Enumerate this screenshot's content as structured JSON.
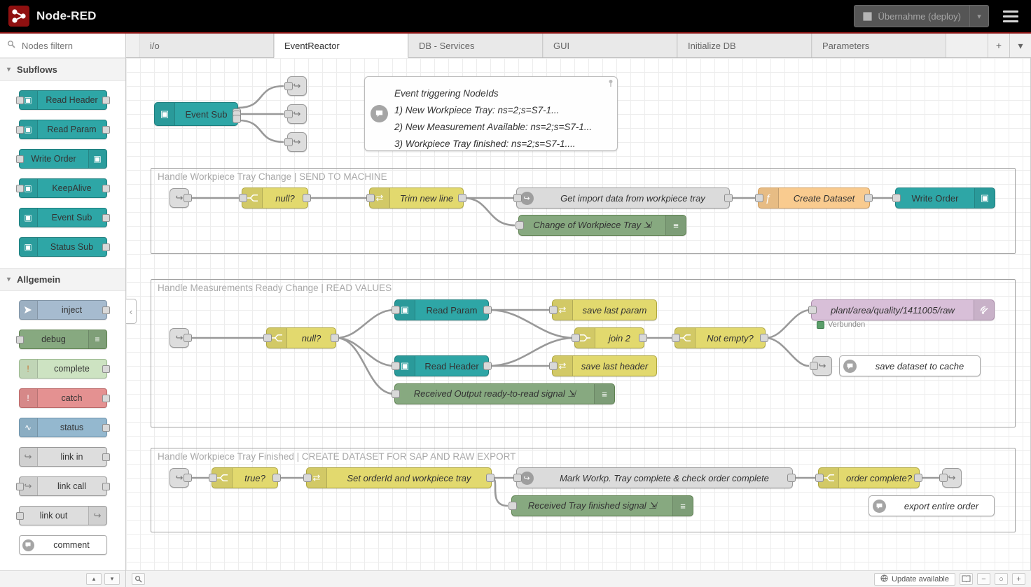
{
  "header": {
    "app_title": "Node-RED",
    "deploy_label": "Übernahme (deploy)"
  },
  "palette": {
    "search_placeholder": "Nodes filtern",
    "sections": [
      {
        "label": "Subflows",
        "items": [
          "Read Header",
          "Read Param",
          "Write Order",
          "KeepAlive",
          "Event Sub",
          "Status Sub"
        ]
      },
      {
        "label": "Allgemein",
        "items": [
          "inject",
          "debug",
          "complete",
          "catch",
          "status",
          "link in",
          "link call",
          "link out",
          "comment"
        ]
      }
    ]
  },
  "tabs": {
    "items": [
      "i/o",
      "EventReactor",
      "DB - Services",
      "GUI",
      "Initialize DB",
      "Parameters"
    ],
    "active": "EventReactor"
  },
  "canvas": {
    "event_sub": "Event Sub",
    "note": {
      "title": "Event triggering NodeIds",
      "line1": "1) New Workpiece Tray: ns=2;s=S7-1...",
      "line2": "2) New Measurement Available: ns=2;s=S7-1...",
      "line3": "3) Workpiece Tray finished: ns=2;s=S7-1...."
    },
    "g1": {
      "title": "Handle Workpiece Tray Change | SEND TO MACHINE",
      "switch1": "null?",
      "change1": "Trim new line",
      "linkcall": "Get import data from workpiece tray",
      "function1": "Create Dataset",
      "subflow1": "Write Order",
      "debug1": "Change of Workpiece Tray ⇲"
    },
    "g2": {
      "title": "Handle Measurements Ready Change | READ VALUES",
      "switch1": "null?",
      "subflow1": "Read Param",
      "subflow2": "Read Header",
      "change1": "save last param",
      "change2": "save last header",
      "join1": "join 2",
      "switch2": "Not empty?",
      "mqtt1": "plant/area/quality/1411005/raw",
      "mqtt_status": "Verbunden",
      "comment1": "save dataset to cache",
      "debug1": "Received Output ready-to-read signal ⇲"
    },
    "g3": {
      "title": "Handle Workpiece Tray Finished | CREATE DATASET FOR SAP AND RAW EXPORT",
      "switch1": "true?",
      "change1": "Set orderId and workpiece tray",
      "linkcall": "Mark Workp. Tray complete & check order complete",
      "switch2": "order complete?",
      "debug1": "Received Tray finished signal ⇲",
      "comment1": "export entire order"
    }
  },
  "statusbar": {
    "update_label": "Update available"
  },
  "icons": {
    "caret_down": "▾",
    "tab_add": "+",
    "tab_list": "▾",
    "zoom_out": "−",
    "zoom_reset": "○",
    "zoom_in": "+",
    "collapse_left": "‹",
    "palette_up": "▴",
    "palette_down": "▾",
    "subflow": "▣",
    "function": "ƒ",
    "change": "⇄",
    "link": "↪",
    "inject": "▶",
    "debug": "≡",
    "exclaim": "!",
    "status": "∿"
  }
}
